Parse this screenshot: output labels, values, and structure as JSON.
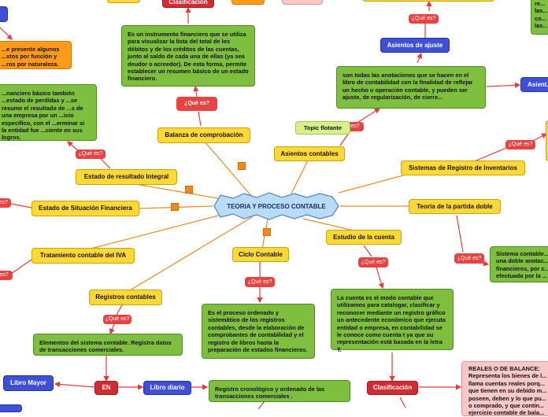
{
  "central": {
    "label": "TEORIA Y PROCESO CONTABLE"
  },
  "topic_floating": "Topic flotante",
  "que_es": "¿Qué es?",
  "balanza": {
    "label": "Balanza de comprobación",
    "description": "Es un instrumento financiero que se utiliza para visualizar la lista del total de los débitos y de los créditos de las cuentas, junto al saldo de cada una de ellas (ya sea deudor o acreedor). De esta forma, permite establecer un resumen básico de un estado financiero."
  },
  "clasificacion_top": {
    "label": "Clasificación"
  },
  "left_orange": {
    "text": "...e presente algunos ...stos por función y ...ros por naturaleza."
  },
  "resultado_integral": {
    "label": "Estado de resultado Integral",
    "description": "...nanciero básico también ...estado de perdidas y ...se resume el resultado de ...s de una empresa por un ...icio específico, con el ...erminar si la entidad fue ...ciente en sus logros."
  },
  "situacion": {
    "label": "Estado de Situación Financiera"
  },
  "iva": {
    "label": "Tratamiento contable del IVA"
  },
  "registros": {
    "label": "Registros contables",
    "description": "Elementos del sistema contable. Registra datos de transacciones comerciales."
  },
  "en_label": "EN",
  "libro_mayor": "Libro Mayor",
  "libro_diario": {
    "label": "Libro diario",
    "description": "Registro cronológico y ordenado de las transacciones comerciales ."
  },
  "ciclo": {
    "label": "Ciclo Contable",
    "description": "Es el proceso ordenado y sistemático de los registros contables, desde la elaboración de comprobantes de contabilidad y el registro de libros hasta la preparación de estados financieros."
  },
  "asientos": {
    "label": "Asientos contables",
    "description": "son todas las anotaciones que se hacen en el libro de contabilidad con la finalidad de reflejar un hecho u operación contable, y pueden ser ajuste, de regularización, de cierre..."
  },
  "asientos_ajuste": "Asientos de ajuste",
  "asientos_right": "Asient...",
  "estudio": {
    "label": "Estudio de la cuenta",
    "description": "La cuenta es el modo contable que utilizamos para catalogar, clasificar y reconocer mediante un registro gráfico un antecedente económico que ejecuta entidad o empresa, en contabilidad se le conoce como cuenta t ya que su representación está basada en la letra T."
  },
  "clasificacion_bottom": "Clasificación",
  "reales": {
    "title": "REALES O DE BALANCE:",
    "text": "Representa los bienes de l... llama cuentas reales porq... que tienen en su debido m... poseen, deben y lo que pu... o comprado, y que contin... ejercicio contable de bala..."
  },
  "inventarios": {
    "label": "Sistemas de Registro de Inventarios"
  },
  "partida_doble": {
    "label": "Teoría de la partida doble",
    "description": "Sistema contable... una doble anotac... financieros, por c... efectuada por la ..."
  },
  "right_top_green": "re... las... co... las...",
  "colors": {
    "yellow": "#fdd836",
    "green": "#7fbf3f",
    "red": "#e84343",
    "blue": "#3f4fd6",
    "orange": "#ff9a1a",
    "pink": "#f6c8c8",
    "central_fill": "#b8dcf7",
    "link": "#f08a20",
    "link_red": "#e63b3b"
  }
}
